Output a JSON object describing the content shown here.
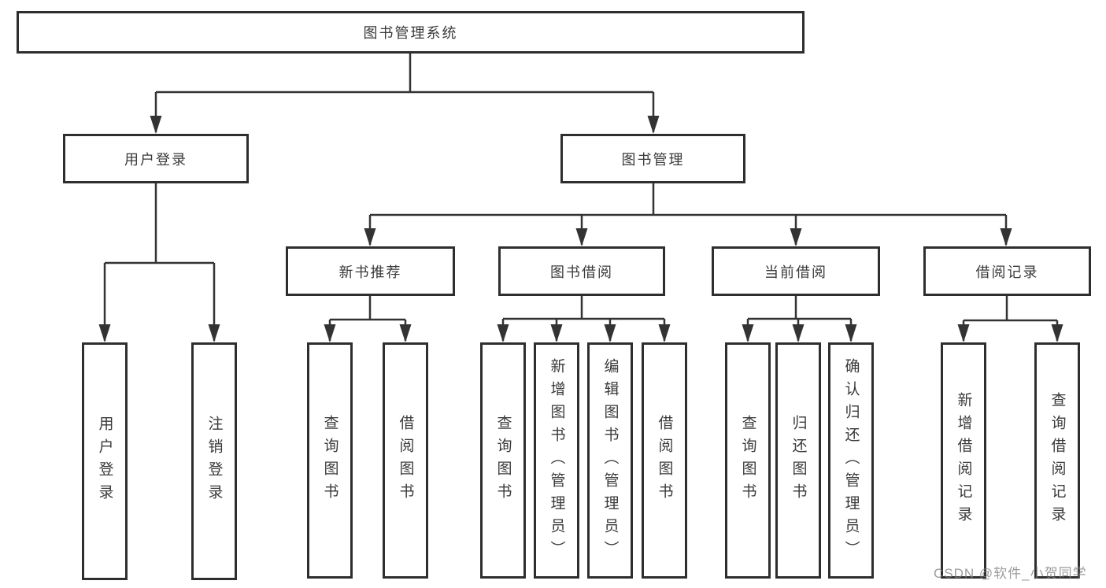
{
  "diagram_title": "图书管理系统",
  "tree": {
    "root": {
      "label": "图书管理系统"
    },
    "branches": [
      {
        "label": "用户登录",
        "children": [
          {
            "label": "用户登录"
          },
          {
            "label": "注销登录"
          }
        ]
      },
      {
        "label": "图书管理",
        "children": [
          {
            "label": "新书推荐",
            "children": [
              {
                "label": "查询图书"
              },
              {
                "label": "借阅图书"
              }
            ]
          },
          {
            "label": "图书借阅",
            "children": [
              {
                "label": "查询图书"
              },
              {
                "label": "新增图书（管理员）"
              },
              {
                "label": "编辑图书（管理员）"
              },
              {
                "label": "借阅图书"
              }
            ]
          },
          {
            "label": "当前借阅",
            "children": [
              {
                "label": "查询图书"
              },
              {
                "label": "归还图书"
              },
              {
                "label": "确认归还（管理员）"
              }
            ]
          },
          {
            "label": "借阅记录",
            "children": [
              {
                "label": "新增借阅记录"
              },
              {
                "label": "查询借阅记录"
              }
            ]
          }
        ]
      }
    ]
  },
  "watermark": {
    "text": "CSDN @软件_小贺同学"
  },
  "colors": {
    "line": "#333333",
    "box_border": "#2e2e2e",
    "text": "#3a3a3a",
    "watermark": "#808080",
    "background": "#ffffff"
  }
}
